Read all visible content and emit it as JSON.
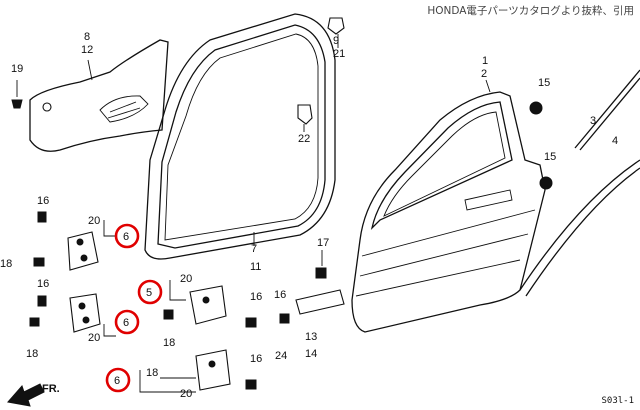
{
  "credit": "HONDA電子パーツカタログより抜粋、引用",
  "drawing_code": "S03l-1",
  "front_arrow": "FR.",
  "callouts": [
    {
      "id": "c8_12_a",
      "text": "8"
    },
    {
      "id": "c8_12_b",
      "text": "12"
    },
    {
      "id": "c19",
      "text": "19"
    },
    {
      "id": "c9",
      "text": "9"
    },
    {
      "id": "c21",
      "text": "21"
    },
    {
      "id": "c22",
      "text": "22"
    },
    {
      "id": "c1",
      "text": "1"
    },
    {
      "id": "c2",
      "text": "2"
    },
    {
      "id": "c15a",
      "text": "15"
    },
    {
      "id": "c15b",
      "text": "15"
    },
    {
      "id": "c16a",
      "text": "16"
    },
    {
      "id": "c20a",
      "text": "20"
    },
    {
      "id": "c6a",
      "text": "6"
    },
    {
      "id": "c18a",
      "text": "18"
    },
    {
      "id": "c16b",
      "text": "16"
    },
    {
      "id": "c7",
      "text": "7"
    },
    {
      "id": "c11",
      "text": "11"
    },
    {
      "id": "c17",
      "text": "17"
    },
    {
      "id": "c20b",
      "text": "20"
    },
    {
      "id": "c5",
      "text": "5"
    },
    {
      "id": "c16c",
      "text": "16"
    },
    {
      "id": "c18b",
      "text": "18"
    },
    {
      "id": "c6b",
      "text": "6"
    },
    {
      "id": "c20c",
      "text": "20"
    },
    {
      "id": "c18c",
      "text": "18"
    },
    {
      "id": "c16d",
      "text": "16"
    },
    {
      "id": "c24",
      "text": "24"
    },
    {
      "id": "c13",
      "text": "13"
    },
    {
      "id": "c14",
      "text": "14"
    },
    {
      "id": "c6c",
      "text": "6"
    },
    {
      "id": "c18d",
      "text": "18"
    },
    {
      "id": "c20d",
      "text": "20"
    },
    {
      "id": "c16e",
      "text": "16"
    },
    {
      "id": "c3",
      "text": "3"
    },
    {
      "id": "c4",
      "text": "4"
    }
  ],
  "highlight_color": "#e00000"
}
